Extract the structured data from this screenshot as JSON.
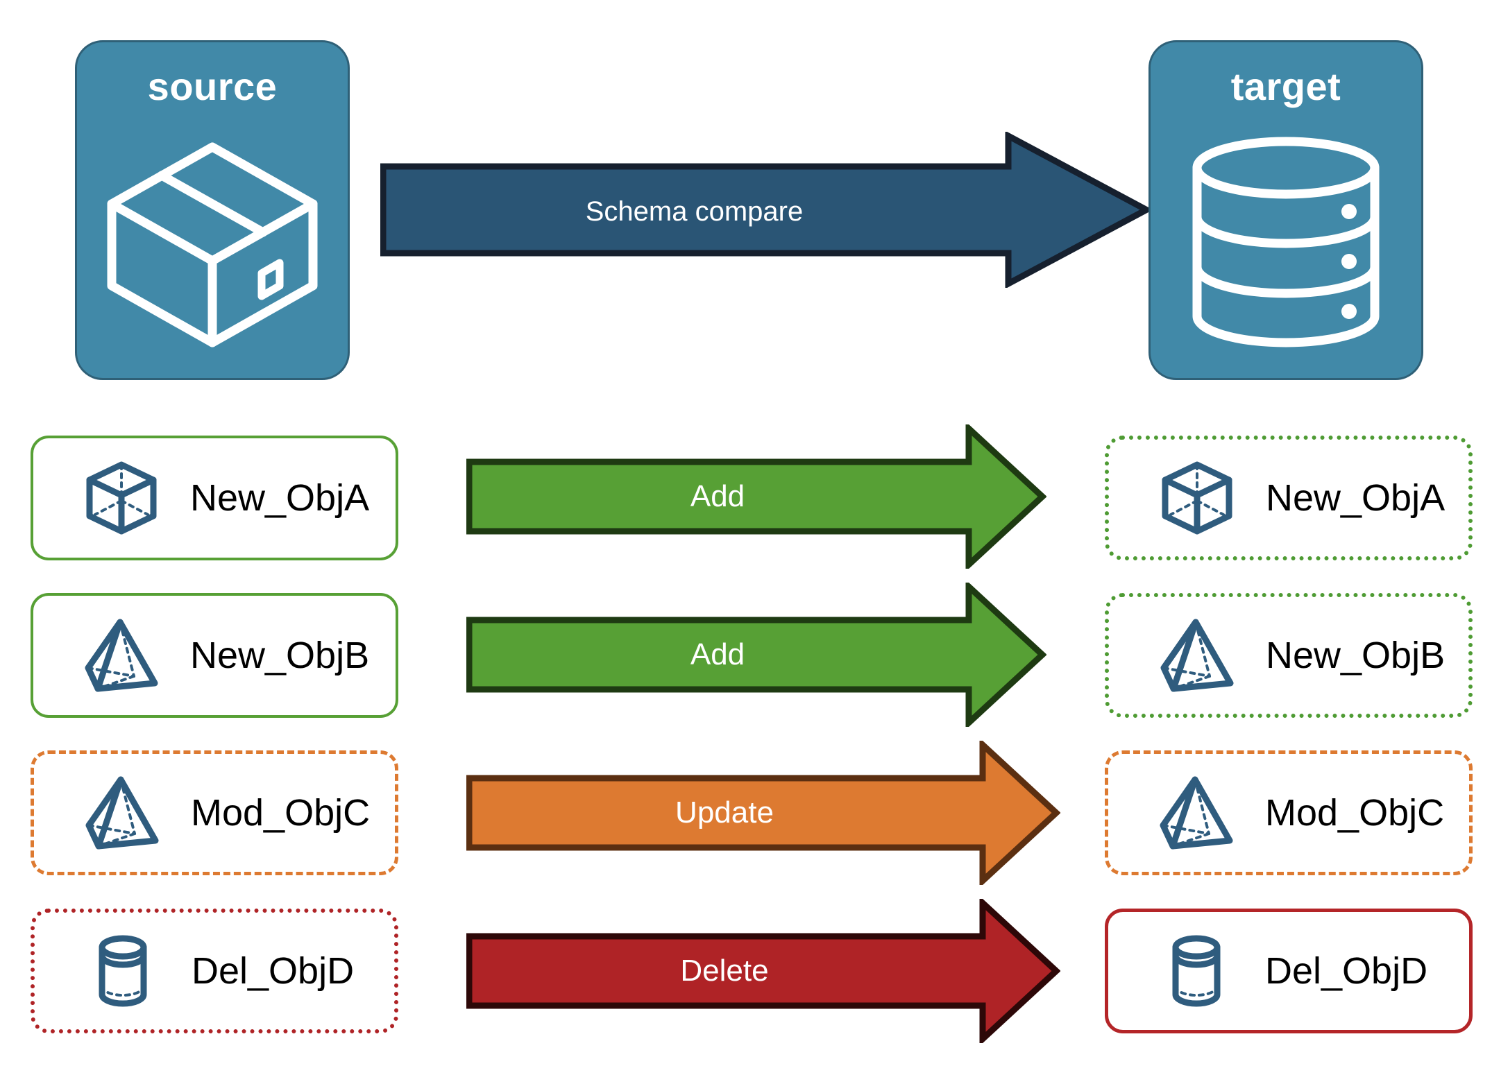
{
  "diagram": {
    "title_source": "source",
    "title_target": "target",
    "compare_arrow_label": "Schema compare",
    "source_icon": "package-cube-icon",
    "target_icon": "database-cylinder-icon",
    "colors": {
      "endpoint_fill": "#4189A8",
      "endpoint_stroke": "#2F6077",
      "compare_arrow_fill": "#2A5575",
      "compare_arrow_stroke": "#16202E",
      "add_fill": "#57A035",
      "add_stroke": "#1E3A12",
      "update_fill": "#DD7A31",
      "update_stroke": "#5B2F11",
      "delete_fill": "#AF2326",
      "delete_stroke": "#2D0808",
      "object_icon": "#2F5C7E",
      "label_text": "#000000"
    },
    "rows": [
      {
        "source_label": "New_ObjA",
        "target_label": "New_ObjA",
        "action": "Add",
        "icon": "cube-icon",
        "source_border": "solid-green",
        "target_border": "dotted-green",
        "arrow_color": "add"
      },
      {
        "source_label": "New_ObjB",
        "target_label": "New_ObjB",
        "action": "Add",
        "icon": "pyramid-icon",
        "source_border": "solid-green",
        "target_border": "dotted-green",
        "arrow_color": "add"
      },
      {
        "source_label": "Mod_ObjC",
        "target_label": "Mod_ObjC",
        "action": "Update",
        "icon": "pyramid-icon",
        "source_border": "dashed-orange",
        "target_border": "dashed-orange",
        "arrow_color": "update"
      },
      {
        "source_label": "Del_ObjD",
        "target_label": "Del_ObjD",
        "action": "Delete",
        "icon": "cylinder-icon",
        "source_border": "dotted-red",
        "target_border": "solid-red",
        "arrow_color": "delete"
      }
    ]
  }
}
